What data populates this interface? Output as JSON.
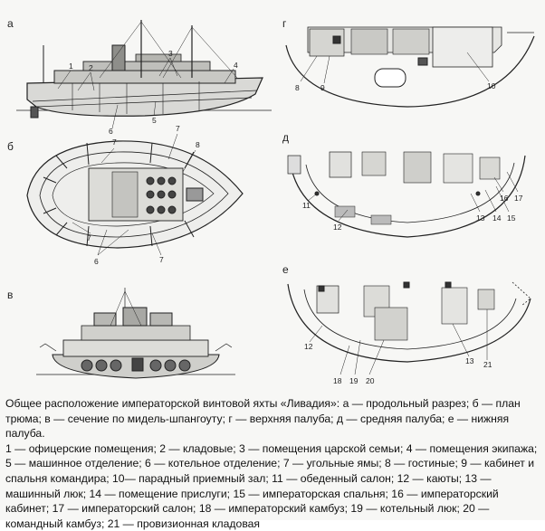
{
  "panels": {
    "a": {
      "letter": "а",
      "callouts": [
        "1",
        "2",
        "3",
        "4",
        "5",
        "6"
      ]
    },
    "b": {
      "letter": "б",
      "callouts": [
        "7",
        "7",
        "8",
        "7",
        "7",
        "6"
      ]
    },
    "v": {
      "letter": "в"
    },
    "g": {
      "letter": "г",
      "callouts": [
        "8",
        "9",
        "10"
      ]
    },
    "d": {
      "letter": "д",
      "callouts": [
        "11",
        "12",
        "13",
        "14",
        "15",
        "16",
        "17"
      ]
    },
    "e": {
      "letter": "е",
      "callouts": [
        "12",
        "18",
        "19",
        "20",
        "13",
        "21"
      ]
    }
  },
  "caption": {
    "title": "Общее расположение императорской винтовой яхты «Ливадия»: а — продольный разрез; б — план трюма; в — сечение по мидель-шпангоуту; г — верхняя палуба; д — средняя палуба; е — нижняя палуба.",
    "legend": "1 — офицерские помещения; 2 — кладовые; 3 — помещения царской семьи; 4 — помещения экипажа; 5 — машинное отделение; 6 — котельное отделение; 7 — угольные ямы; 8 — гостиные; 9 — кабинет и спальня командира; 10— парадный приемный зал; 11 — обеденный салон; 12 — каюты; 13 — машинный люк; 14 — помещение прислуги; 15 — императорская спальня; 16 — императорский кабинет; 17 — императорский салон; 18 — императорский камбуз; 19 — котельный люк; 20 — командный камбуз; 21 — провизионная кладовая"
  }
}
